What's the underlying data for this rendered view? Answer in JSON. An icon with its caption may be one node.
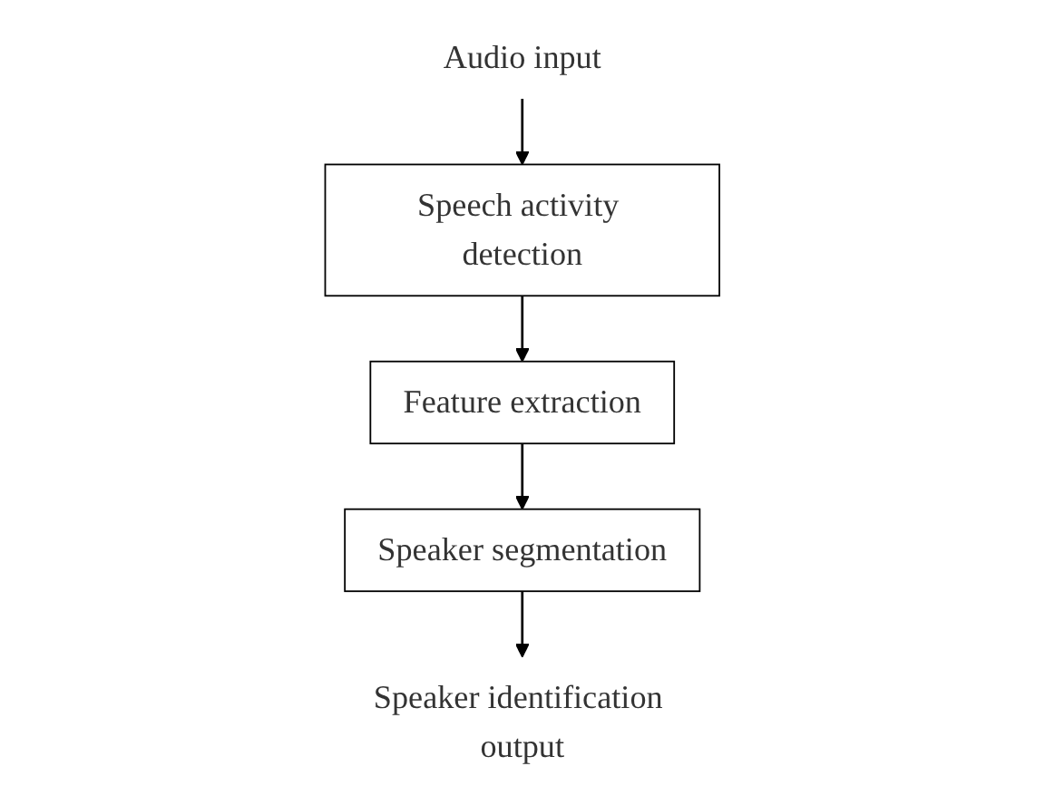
{
  "diagram": {
    "nodes": [
      {
        "text": [
          "Audio input"
        ]
      },
      {
        "text": [
          "Speech activity detection"
        ]
      },
      {
        "text": [
          "Feature extraction"
        ]
      },
      {
        "text": [
          "Speaker segmentation"
        ]
      },
      {
        "text": [
          "Speaker identification output"
        ]
      }
    ],
    "edges": [
      {
        "from": 0,
        "to": 1,
        "arrow": "to"
      },
      {
        "from": 1,
        "to": 2,
        "arrow": "to"
      },
      {
        "from": 2,
        "to": 3,
        "arrow": "to"
      },
      {
        "from": 3,
        "to": 4,
        "arrow": "to"
      }
    ]
  }
}
